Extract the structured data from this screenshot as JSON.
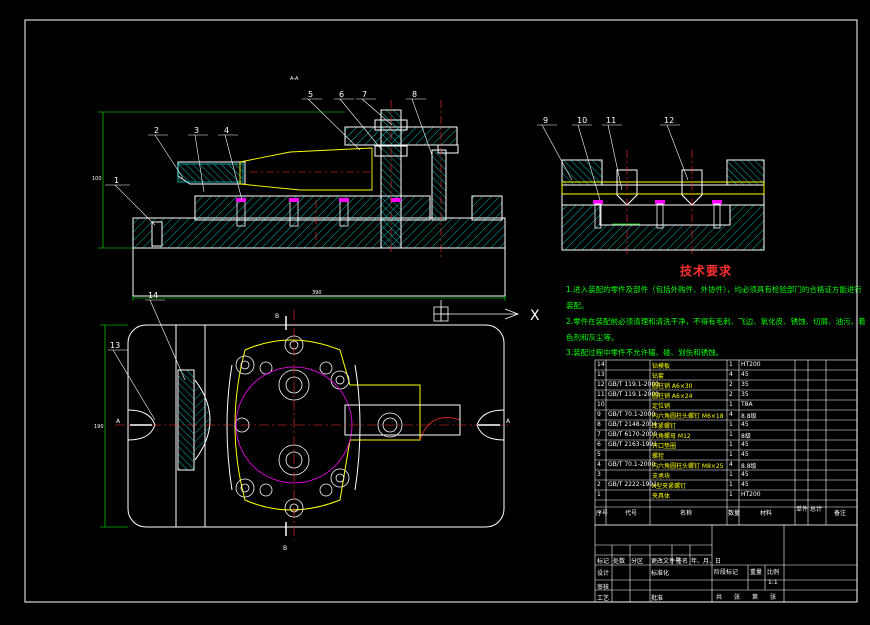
{
  "drawing": {
    "frame_color": "#ffffff",
    "outline_color": "#ffffff",
    "part_color": "#00ffff",
    "hatch_color": "#00ffff",
    "text_color": "#ffffff",
    "dim_color": "#00ff00",
    "accent_color": "#ff00ff",
    "yellow_color": "#ffff00",
    "red_color": "#ff3030",
    "background": "#000000"
  },
  "front_view": {
    "section_label": "A-A",
    "dim_height": "100",
    "dim_width": "390"
  },
  "balloons": [
    "1",
    "2",
    "3",
    "4",
    "5",
    "6",
    "7",
    "8",
    "9",
    "10",
    "11",
    "12",
    "13",
    "14"
  ],
  "plan_view": {
    "dim_height": "190",
    "section_marks": [
      "A",
      "A",
      "B",
      "B"
    ]
  },
  "ucs_label": "X",
  "technical_requirements": {
    "title": "技术要求",
    "lines": [
      "1.进入装配的零件及部件（包括外购件、外协件），均必须具有检验部门的合格证方能进行",
      "   装配。",
      "2.零件在装配前必须清理和清洗干净，不得有毛刺、飞边、氧化皮、锈蚀、切屑、油污、着",
      "   色剂和灰尘等。",
      "3.装配过程中零件不允许磕、碰、划伤和锈蚀。"
    ]
  },
  "bom": {
    "header": [
      "序号",
      "代号",
      "名称",
      "数量",
      "材料",
      "单件",
      "总计",
      "备注"
    ],
    "rows": [
      [
        "14",
        "",
        "钻模板",
        "1",
        "HT200",
        ""
      ],
      [
        "13",
        "",
        "钻套",
        "4",
        "45",
        ""
      ],
      [
        "12",
        "GB/T 119.1-2000",
        "圆柱销 A6×30",
        "2",
        "35",
        ""
      ],
      [
        "11",
        "GB/T 119.1-2000",
        "圆柱销 A6×24",
        "2",
        "35",
        ""
      ],
      [
        "10",
        "",
        "定位销",
        "1",
        "T8A",
        ""
      ],
      [
        "9",
        "GB/T 70.1-2000",
        "内六角圆柱头螺钉 M6×18",
        "4",
        "8.8级",
        ""
      ],
      [
        "8",
        "GB/T 2148-2004",
        "压紧螺钉",
        "1",
        "45",
        ""
      ],
      [
        "7",
        "GB/T 6170-2000",
        "六角螺母 M12",
        "1",
        "8级",
        ""
      ],
      [
        "6",
        "GB/T 2163-1991",
        "开口垫圈",
        "1",
        "45",
        ""
      ],
      [
        "5",
        "",
        "螺栓",
        "1",
        "45",
        ""
      ],
      [
        "4",
        "GB/T 70.1-2000",
        "内六角圆柱头螺钉 M8×25",
        "4",
        "8.8级",
        ""
      ],
      [
        "3",
        "",
        "支承块",
        "1",
        "45",
        ""
      ],
      [
        "2",
        "GB/T 2222-1991",
        "A型夹紧螺钉",
        "1",
        "45",
        ""
      ],
      [
        "1",
        "",
        "夹具体",
        "1",
        "HT200",
        ""
      ]
    ]
  },
  "title_block": {
    "labels": [
      "标记",
      "处数",
      "分区",
      "更改文件号",
      "签名",
      "年、月、日",
      "设计",
      "标准化",
      "审核",
      "工艺",
      "批准",
      "阶段标记",
      "重量",
      "比例",
      "共",
      "张",
      "第",
      "张"
    ],
    "scale": "1:1"
  }
}
